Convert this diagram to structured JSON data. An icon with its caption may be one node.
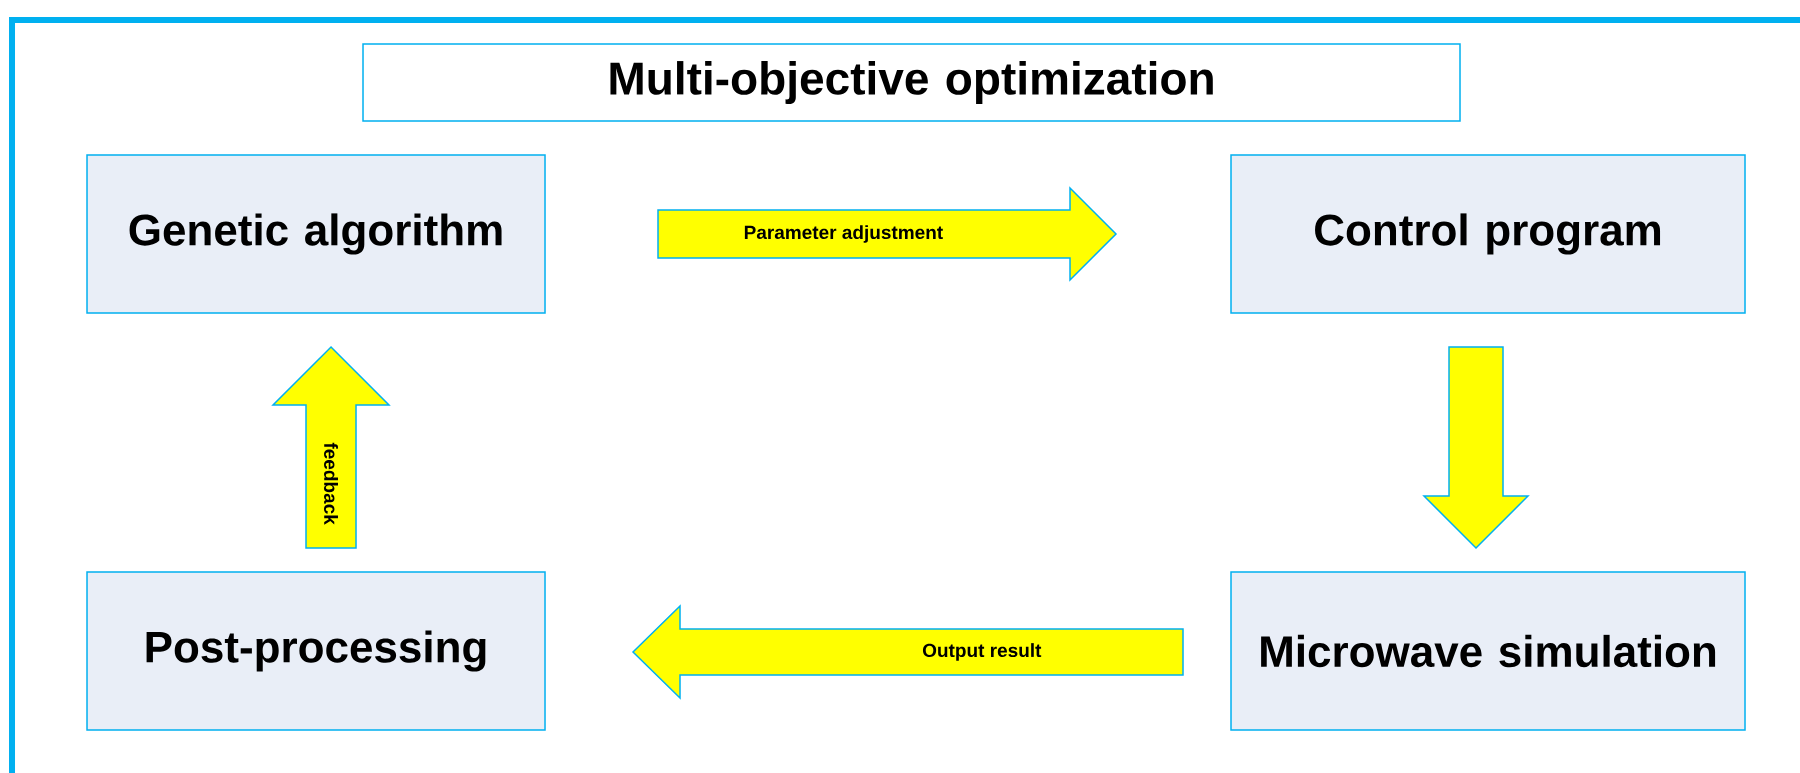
{
  "diagram": {
    "nodes": [
      {
        "text": [
          "Multi-objective optimization"
        ]
      },
      {
        "text": [
          "Genetic algorithm"
        ]
      },
      {
        "text": [
          "Control program"
        ]
      },
      {
        "text": [
          "Post-processing"
        ]
      },
      {
        "text": [
          "Microwave simulation"
        ]
      }
    ],
    "edges": [
      {
        "from": 1,
        "to": 2,
        "arrow": "to",
        "label": "Parameter adjustment"
      },
      {
        "from": 2,
        "to": 4,
        "arrow": "to"
      },
      {
        "from": 4,
        "to": 3,
        "arrow": "to",
        "label": "Output result"
      },
      {
        "from": 3,
        "to": 1,
        "arrow": "to",
        "label": "feedback"
      }
    ]
  }
}
